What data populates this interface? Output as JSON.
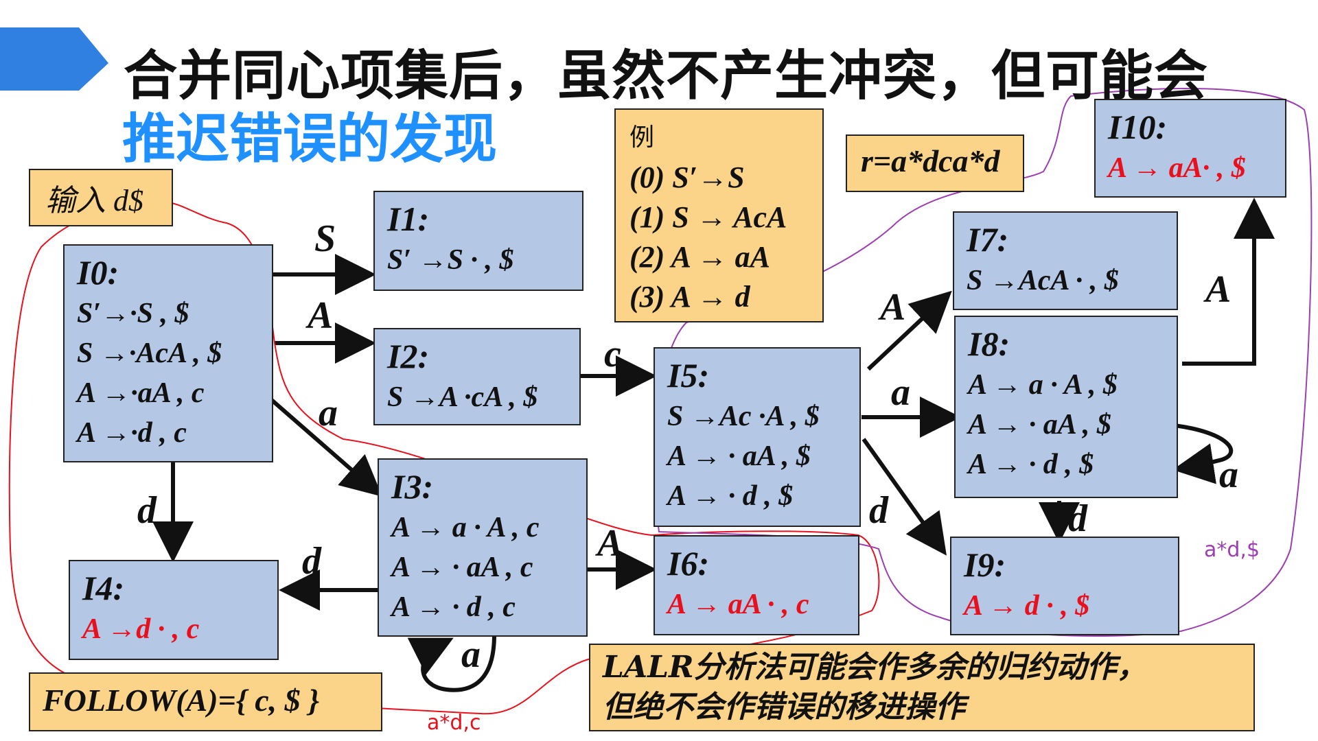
{
  "title": {
    "line1": "合并同心项集后，虽然不产生冲突，但可能会",
    "line2": "推迟错误的发现"
  },
  "colors": {
    "accent": "#1e90ff",
    "state_fill": "#b4c8e6",
    "note_fill": "#fbd48a",
    "highlight": "#e8101c"
  },
  "input_note": "输入 d$",
  "example": {
    "heading": "例",
    "rules": [
      "(0) S′→S",
      "(1) S → AcA",
      "(2) A → aA",
      "(3) A → d"
    ]
  },
  "regex": "r=a*dca*d",
  "states": {
    "I0": {
      "name": "I0:",
      "items": [
        "S′→·S , $",
        "S →·AcA , $",
        "A →·aA , c",
        "A →·d , c"
      ]
    },
    "I1": {
      "name": "I1:",
      "items": [
        "S′ →S · , $"
      ]
    },
    "I2": {
      "name": "I2:",
      "items": [
        "S →A ·cA , $"
      ]
    },
    "I3": {
      "name": "I3:",
      "items": [
        "A → a · A , c",
        "A → · aA , c",
        "A → · d , c"
      ]
    },
    "I4": {
      "name": "I4:",
      "items": [
        "A →d · , c"
      ]
    },
    "I5": {
      "name": "I5:",
      "items": [
        "S →Ac ·A , $",
        "A → · aA , $",
        "A → · d , $"
      ]
    },
    "I6": {
      "name": "I6:",
      "items": [
        "A → aA · , c"
      ]
    },
    "I7": {
      "name": "I7:",
      "items": [
        "S →AcA · , $"
      ]
    },
    "I8": {
      "name": "I8:",
      "items": [
        "A → a · A  , $",
        "A → · aA  , $",
        "A → · d  , $"
      ]
    },
    "I9": {
      "name": "I9:",
      "items": [
        "A → d · , $"
      ]
    },
    "I10": {
      "name": "I10:",
      "items": [
        "A → aA· , $"
      ]
    }
  },
  "edges": {
    "I0_I1": "S",
    "I0_I2": "A",
    "I0_I3": "a",
    "I0_I4": "d",
    "I2_I5": "c",
    "I3_I4": "d",
    "I3_I6": "A",
    "I3_I3": "a",
    "I5_I7": "A",
    "I5_I8": "a",
    "I5_I9": "d",
    "I8_I8": "a",
    "I8_I9": "d",
    "I8_I10": "A"
  },
  "follow_note": "FOLLOW(A)={ c, $ }",
  "lalr_note": [
    "LALR分析法可能会作多余的归约动作，",
    "但绝不会作错误的移进操作"
  ],
  "handwritten": {
    "red_label": "a*d,c",
    "purple_label": "a*d,$"
  }
}
